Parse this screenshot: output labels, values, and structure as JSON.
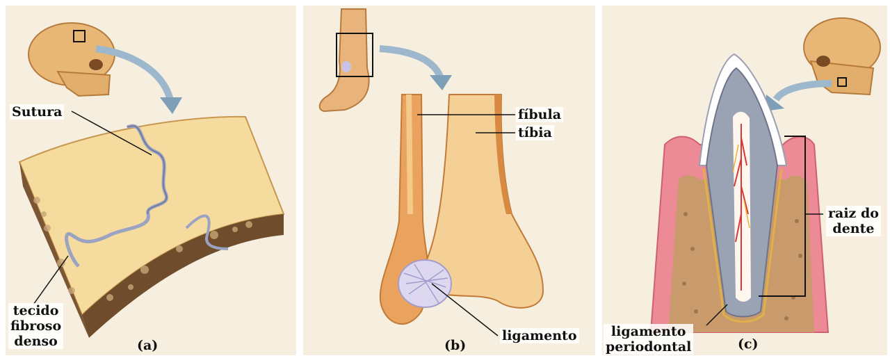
{
  "panels": {
    "a": {
      "caption": "(a)",
      "labels": {
        "sutura": "Sutura",
        "tecido_1": "tecido",
        "tecido_2": "fibroso",
        "tecido_3": "denso"
      }
    },
    "b": {
      "caption": "(b)",
      "labels": {
        "fibula": "fíbula",
        "tibia": "tíbia",
        "ligamento": "ligamento"
      }
    },
    "c": {
      "caption": "(c)",
      "labels": {
        "raiz_1": "raiz do",
        "raiz_2": "dente",
        "periodontal_1": "ligamento",
        "periodontal_2": "periodontal"
      }
    }
  },
  "colors": {
    "panel_bg": "#f6eedf",
    "bone": "#f2d89a",
    "bone_shadow": "#d69a4f",
    "spongy": "#6b4a2e",
    "arrow": "#8fb0c8",
    "gum": "#e87a86",
    "enamel": "#ffffff",
    "dentin": "#9aa0b0"
  }
}
